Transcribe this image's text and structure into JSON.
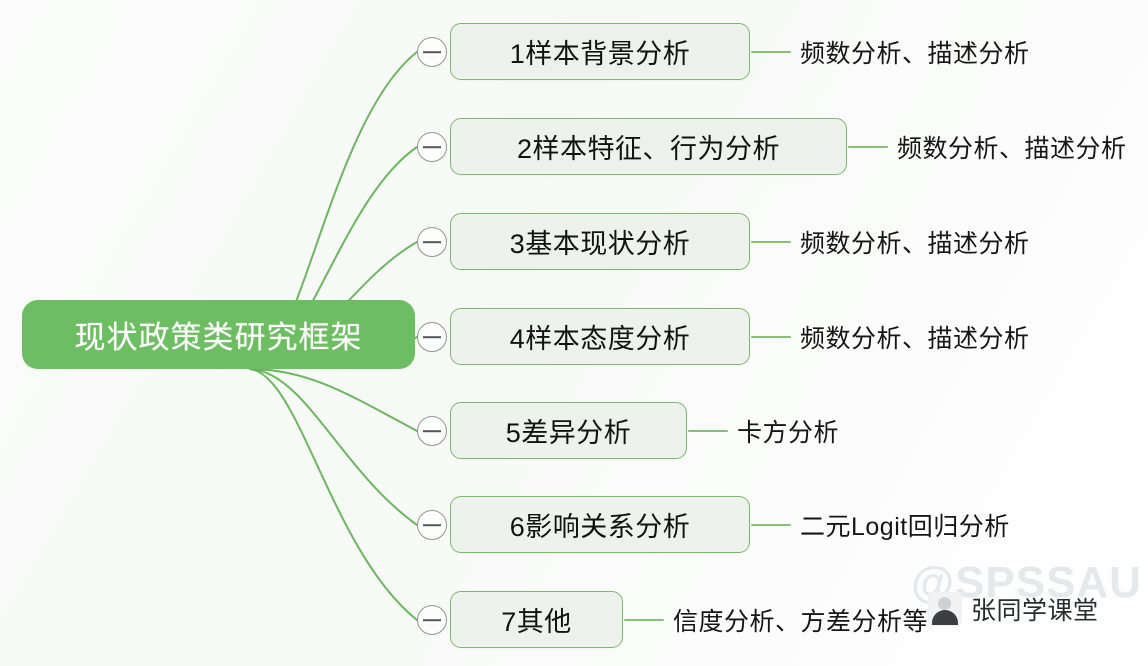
{
  "mindmap": {
    "root": {
      "label": "现状政策类研究框架",
      "color": "#6dbd62",
      "text_color": "#ffffff"
    },
    "branch_style": {
      "fill": "#edf2ec",
      "border": "#7cba6b",
      "text_color": "#121212"
    },
    "edge_color": "#6cb75f",
    "toggle_icon": "collapse-minus-icon",
    "branches": [
      {
        "label": "1样本背景分析",
        "leaf": "频数分析、描述分析"
      },
      {
        "label": "2样本特征、行为分析",
        "leaf": "频数分析、描述分析"
      },
      {
        "label": "3基本现状分析",
        "leaf": "频数分析、描述分析"
      },
      {
        "label": "4样本态度分析",
        "leaf": "频数分析、描述分析"
      },
      {
        "label": "5差异分析",
        "leaf": "卡方分析"
      },
      {
        "label": "6影响关系分析",
        "leaf": "二元Logit回归分析"
      },
      {
        "label": "7其他",
        "leaf": "信度分析、方差分析等"
      }
    ]
  },
  "watermark": {
    "brand": "@SPSSAU",
    "account_name": "张同学课堂",
    "avatar_icon": "user-avatar-icon",
    "brand_color": "#e6e8ea"
  }
}
